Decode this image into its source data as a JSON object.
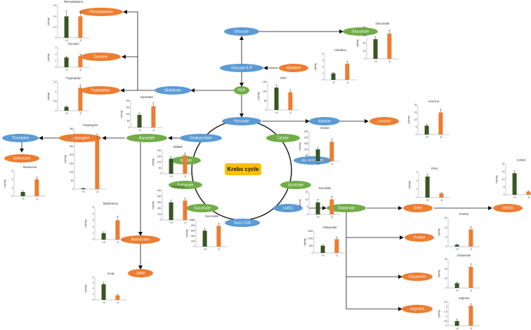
{
  "colors": {
    "main": "#5b9bd5",
    "metabolite": "#70ad47",
    "amino_acid": "#ed7d31",
    "bar_control": "#375623",
    "bar_treated": "#ed7d31",
    "arrow": "#111111",
    "krebs_label": "#ffc000"
  },
  "diagram": {
    "center_label": "Krebs cycle",
    "nodes": [
      {
        "id": "glucose",
        "label": "Glucose",
        "kind": "main"
      },
      {
        "id": "gluconate",
        "label": "Gluconate",
        "kind": "metabolite"
      },
      {
        "id": "glucose6p",
        "label": "Glucose 6-P",
        "kind": "main"
      },
      {
        "id": "histidine",
        "label": "Histidine",
        "kind": "amino_acid"
      },
      {
        "id": "pep",
        "label": "PEP",
        "kind": "metabolite"
      },
      {
        "id": "phenylalanine",
        "label": "Phenylalanine",
        "kind": "amino_acid"
      },
      {
        "id": "tyrosine",
        "label": "Tyrosine",
        "kind": "amino_acid"
      },
      {
        "id": "tryptophan",
        "label": "Tryptophan",
        "kind": "amino_acid"
      },
      {
        "id": "shikimate",
        "label": "Shikimate",
        "kind": "main"
      },
      {
        "id": "pyruvate",
        "label": "Pyruvate",
        "kind": "main"
      },
      {
        "id": "alanine",
        "label": "Alanine",
        "kind": "main"
      },
      {
        "id": "leucine",
        "label": "Leucine",
        "kind": "amino_acid"
      },
      {
        "id": "threonine",
        "label": "Threonine",
        "kind": "main"
      },
      {
        "id": "asparagine",
        "label": "Asparagine",
        "kind": "amino_acid"
      },
      {
        "id": "aspartate",
        "label": "Aspartate",
        "kind": "metabolite"
      },
      {
        "id": "oxaloacetate",
        "label": "Oxaloacetate",
        "kind": "main"
      },
      {
        "id": "citrate",
        "label": "Citrate",
        "kind": "metabolite"
      },
      {
        "id": "isoleucine",
        "label": "Isoleucine",
        "kind": "amino_acid"
      },
      {
        "id": "malate",
        "label": "Malate",
        "kind": "metabolite"
      },
      {
        "id": "cisaconitate",
        "label": "cis-Aconitate",
        "kind": "main"
      },
      {
        "id": "fumarate",
        "label": "Fumarate",
        "kind": "metabolite"
      },
      {
        "id": "isocitrate",
        "label": "Isocitrate",
        "kind": "metabolite"
      },
      {
        "id": "succinate",
        "label": "Succinate",
        "kind": "metabolite"
      },
      {
        "id": "akg",
        "label": "α-KG",
        "kind": "main"
      },
      {
        "id": "glutamate",
        "label": "Glutamate",
        "kind": "metabolite"
      },
      {
        "id": "gsh",
        "label": "GSH",
        "kind": "amino_acid"
      },
      {
        "id": "gssg",
        "label": "GSSG",
        "kind": "amino_acid"
      },
      {
        "id": "succcoa",
        "label": "Succ-CoA",
        "kind": "main"
      },
      {
        "id": "methionine",
        "label": "Methionine",
        "kind": "amino_acid"
      },
      {
        "id": "sam",
        "label": "SAM",
        "kind": "amino_acid"
      },
      {
        "id": "proline",
        "label": "Proline",
        "kind": "amino_acid"
      },
      {
        "id": "glutamine",
        "label": "Glutamine",
        "kind": "amino_acid"
      },
      {
        "id": "arginine",
        "label": "Arginine",
        "kind": "amino_acid"
      }
    ]
  },
  "chart_data": [
    {
      "type": "bar",
      "title": "Phenylalanine",
      "ylabel": "(ng/mg)",
      "categories": [
        "+S",
        "-S"
      ],
      "values": [
        0.4,
        0.4
      ],
      "errors": [
        0.1,
        0.08
      ],
      "ylim": [
        0,
        0.6
      ],
      "yticks": [
        "0",
        "0.2",
        "0.4",
        "0.6"
      ]
    },
    {
      "type": "bar",
      "title": "Tyrosine",
      "ylabel": "(ng/mg)",
      "categories": [
        "+S",
        "-S"
      ],
      "values": [
        1.5,
        1.7
      ],
      "errors": [
        0.2,
        0.3
      ],
      "ylim": [
        0,
        3
      ],
      "yticks": [
        "0",
        "1",
        "2",
        "3"
      ]
    },
    {
      "type": "bar",
      "title": "Tryptophan",
      "ylabel": "(ng/mg)",
      "categories": [
        "+S",
        "-S"
      ],
      "values": [
        0.2,
        1.2
      ],
      "errors": [
        0.05,
        0.15
      ],
      "ylim": [
        0,
        1.5
      ],
      "yticks": [
        "0",
        "0,5",
        "1",
        "1,5"
      ]
    },
    {
      "type": "bar",
      "title": "Histidine",
      "ylabel": "(ng/mg)",
      "categories": [
        "+S",
        "-S"
      ],
      "values": [
        2,
        5
      ],
      "errors": [
        0.3,
        0.8
      ],
      "ylim": [
        0,
        8
      ],
      "yticks": [
        "0",
        "2",
        "4",
        "6",
        "8"
      ]
    },
    {
      "type": "bar",
      "title": "Gluconate",
      "ylabel": "(ng/mg)",
      "categories": [
        "+S",
        "-S"
      ],
      "values": [
        25,
        32
      ],
      "errors": [
        3,
        4
      ],
      "ylim": [
        0,
        40
      ],
      "yticks": [
        "0",
        "10",
        "20",
        "30",
        "40"
      ]
    },
    {
      "type": "bar",
      "title": "PEP",
      "ylabel": "(ng/mg)",
      "categories": [
        "+S",
        "-S"
      ],
      "values": [
        120,
        95
      ],
      "errors": [
        15,
        12
      ],
      "ylim": [
        0,
        150
      ],
      "yticks": [
        "0",
        "50",
        "100",
        "150"
      ]
    },
    {
      "type": "bar",
      "title": "Aspartate",
      "ylabel": "(ng/mg)",
      "categories": [
        "+S",
        "-S"
      ],
      "values": [
        95,
        160
      ],
      "errors": [
        15,
        25
      ],
      "ylim": [
        0,
        200
      ],
      "yticks": [
        "0",
        "50",
        "100",
        "150",
        "200"
      ]
    },
    {
      "type": "bar",
      "title": "Leucine",
      "ylabel": "(ng/mg)",
      "categories": [
        "+S",
        "-S"
      ],
      "values": [
        6,
        15
      ],
      "errors": [
        1,
        2
      ],
      "ylim": [
        0,
        20
      ],
      "yticks": [
        "0",
        "5",
        "10",
        "15",
        "20"
      ]
    },
    {
      "type": "bar",
      "title": "Citrate",
      "ylabel": "(ng/mg)",
      "categories": [
        "+S",
        "-S"
      ],
      "values": [
        100,
        165
      ],
      "errors": [
        15,
        25
      ],
      "ylim": [
        0,
        250
      ],
      "yticks": [
        "0",
        "50",
        "100",
        "150",
        "200",
        "250"
      ]
    },
    {
      "type": "bar",
      "title": "Asparagine",
      "ylabel": "(ng/mg)",
      "categories": [
        "+S",
        "-S"
      ],
      "values": [
        5,
        290
      ],
      "errors": [
        2,
        30
      ],
      "ylim": [
        0,
        350
      ],
      "yticks": [
        "0",
        "50",
        "100",
        "150",
        "200",
        "250",
        "300",
        "350"
      ]
    },
    {
      "type": "bar",
      "title": "Malate",
      "ylabel": "(ng/mg)",
      "categories": [
        "+S",
        "-S"
      ],
      "values": [
        130,
        160
      ],
      "errors": [
        20,
        20
      ],
      "ylim": [
        0,
        200
      ],
      "yticks": [
        "0",
        "50",
        "100",
        "150",
        "200"
      ]
    },
    {
      "type": "bar",
      "title": "Isocitrate",
      "ylabel": "(ng/mg)",
      "categories": [
        "+S",
        "-S"
      ],
      "values": [
        8,
        10
      ],
      "errors": [
        2,
        2
      ],
      "ylim": [
        0,
        15
      ],
      "yticks": [
        "0",
        "5",
        "10",
        "15"
      ]
    },
    {
      "type": "bar",
      "title": "Isoleucine",
      "ylabel": "(ng/mg)",
      "categories": [
        "+S",
        "-S"
      ],
      "values": [
        1,
        4
      ],
      "errors": [
        0.2,
        0.5
      ],
      "ylim": [
        0,
        6
      ],
      "yticks": [
        "0",
        "2",
        "4",
        "6"
      ]
    },
    {
      "type": "bar",
      "title": "Fumarate",
      "ylabel": "(ng/mg)",
      "categories": [
        "+S",
        "-S"
      ],
      "values": [
        300,
        330
      ],
      "errors": [
        40,
        40
      ],
      "ylim": [
        0,
        500
      ],
      "yticks": [
        "0",
        "100",
        "200",
        "300",
        "400",
        "500"
      ]
    },
    {
      "type": "bar",
      "title": "GSH",
      "ylabel": "(ng/mg)",
      "categories": [
        "+S",
        "-S"
      ],
      "values": [
        2.5,
        0.5
      ],
      "errors": [
        0.3,
        0.1
      ],
      "ylim": [
        0,
        3
      ],
      "yticks": [
        "0",
        "1",
        "2",
        "3"
      ]
    },
    {
      "type": "bar",
      "title": "GSSG",
      "ylabel": "(ng/mg)",
      "categories": [
        "+S",
        "-S"
      ],
      "values": [
        14,
        2
      ],
      "errors": [
        1.5,
        0.5
      ],
      "ylim": [
        0,
        20
      ],
      "yticks": [
        "0",
        "5",
        "10",
        "15",
        "20"
      ]
    },
    {
      "type": "bar",
      "title": "Succinate",
      "ylabel": "(ng/mg)",
      "categories": [
        "+S",
        "-S"
      ],
      "values": [
        600,
        780
      ],
      "errors": [
        80,
        90
      ],
      "ylim": [
        0,
        1000
      ],
      "yticks": [
        "0",
        "200",
        "400",
        "600",
        "800",
        "1000"
      ]
    },
    {
      "type": "bar",
      "title": "Glutamate",
      "ylabel": "(ng/mg)",
      "categories": [
        "+S",
        "-S"
      ],
      "values": [
        500,
        950
      ],
      "errors": [
        80,
        150
      ],
      "ylim": [
        0,
        1500
      ],
      "yticks": [
        "0",
        "500",
        "1000",
        "1500"
      ]
    },
    {
      "type": "bar",
      "title": "Methionine",
      "ylabel": "(ng/mg)",
      "categories": [
        "+S",
        "-S"
      ],
      "values": [
        1,
        3
      ],
      "errors": [
        0.2,
        0.6
      ],
      "ylim": [
        0,
        5
      ],
      "yticks": [
        "0",
        "1",
        "2",
        "3",
        "4",
        "5"
      ]
    },
    {
      "type": "bar",
      "title": "Proline",
      "ylabel": "(ng/mg)",
      "categories": [
        "+S",
        "-S"
      ],
      "values": [
        1,
        9
      ],
      "errors": [
        0.3,
        1.5
      ],
      "ylim": [
        0,
        15
      ],
      "yticks": [
        "0",
        "5",
        "10",
        "15"
      ]
    },
    {
      "type": "bar",
      "title": "SAM",
      "ylabel": "(ng/mg)",
      "categories": [
        "+S",
        "-S"
      ],
      "values": [
        2.8,
        0.8
      ],
      "errors": [
        0.4,
        0.2
      ],
      "ylim": [
        0,
        4
      ],
      "yticks": [
        "0",
        "1",
        "2",
        "3",
        "4"
      ]
    },
    {
      "type": "bar",
      "title": "Glutamine",
      "ylabel": "(ng/mg)",
      "categories": [
        "+S",
        "-S"
      ],
      "values": [
        5,
        22
      ],
      "errors": [
        1,
        3
      ],
      "ylim": [
        0,
        30
      ],
      "yticks": [
        "0",
        "10",
        "20",
        "30"
      ]
    },
    {
      "type": "bar",
      "title": "Arginine",
      "ylabel": "(ng/mg)",
      "categories": [
        "+S",
        "-S"
      ],
      "values": [
        0.5,
        2.1
      ],
      "errors": [
        0.2,
        0.2
      ],
      "ylim": [
        0,
        2.5
      ],
      "yticks": [
        "0",
        "0,5",
        "1",
        "1,5",
        "2",
        "2,5"
      ]
    }
  ]
}
